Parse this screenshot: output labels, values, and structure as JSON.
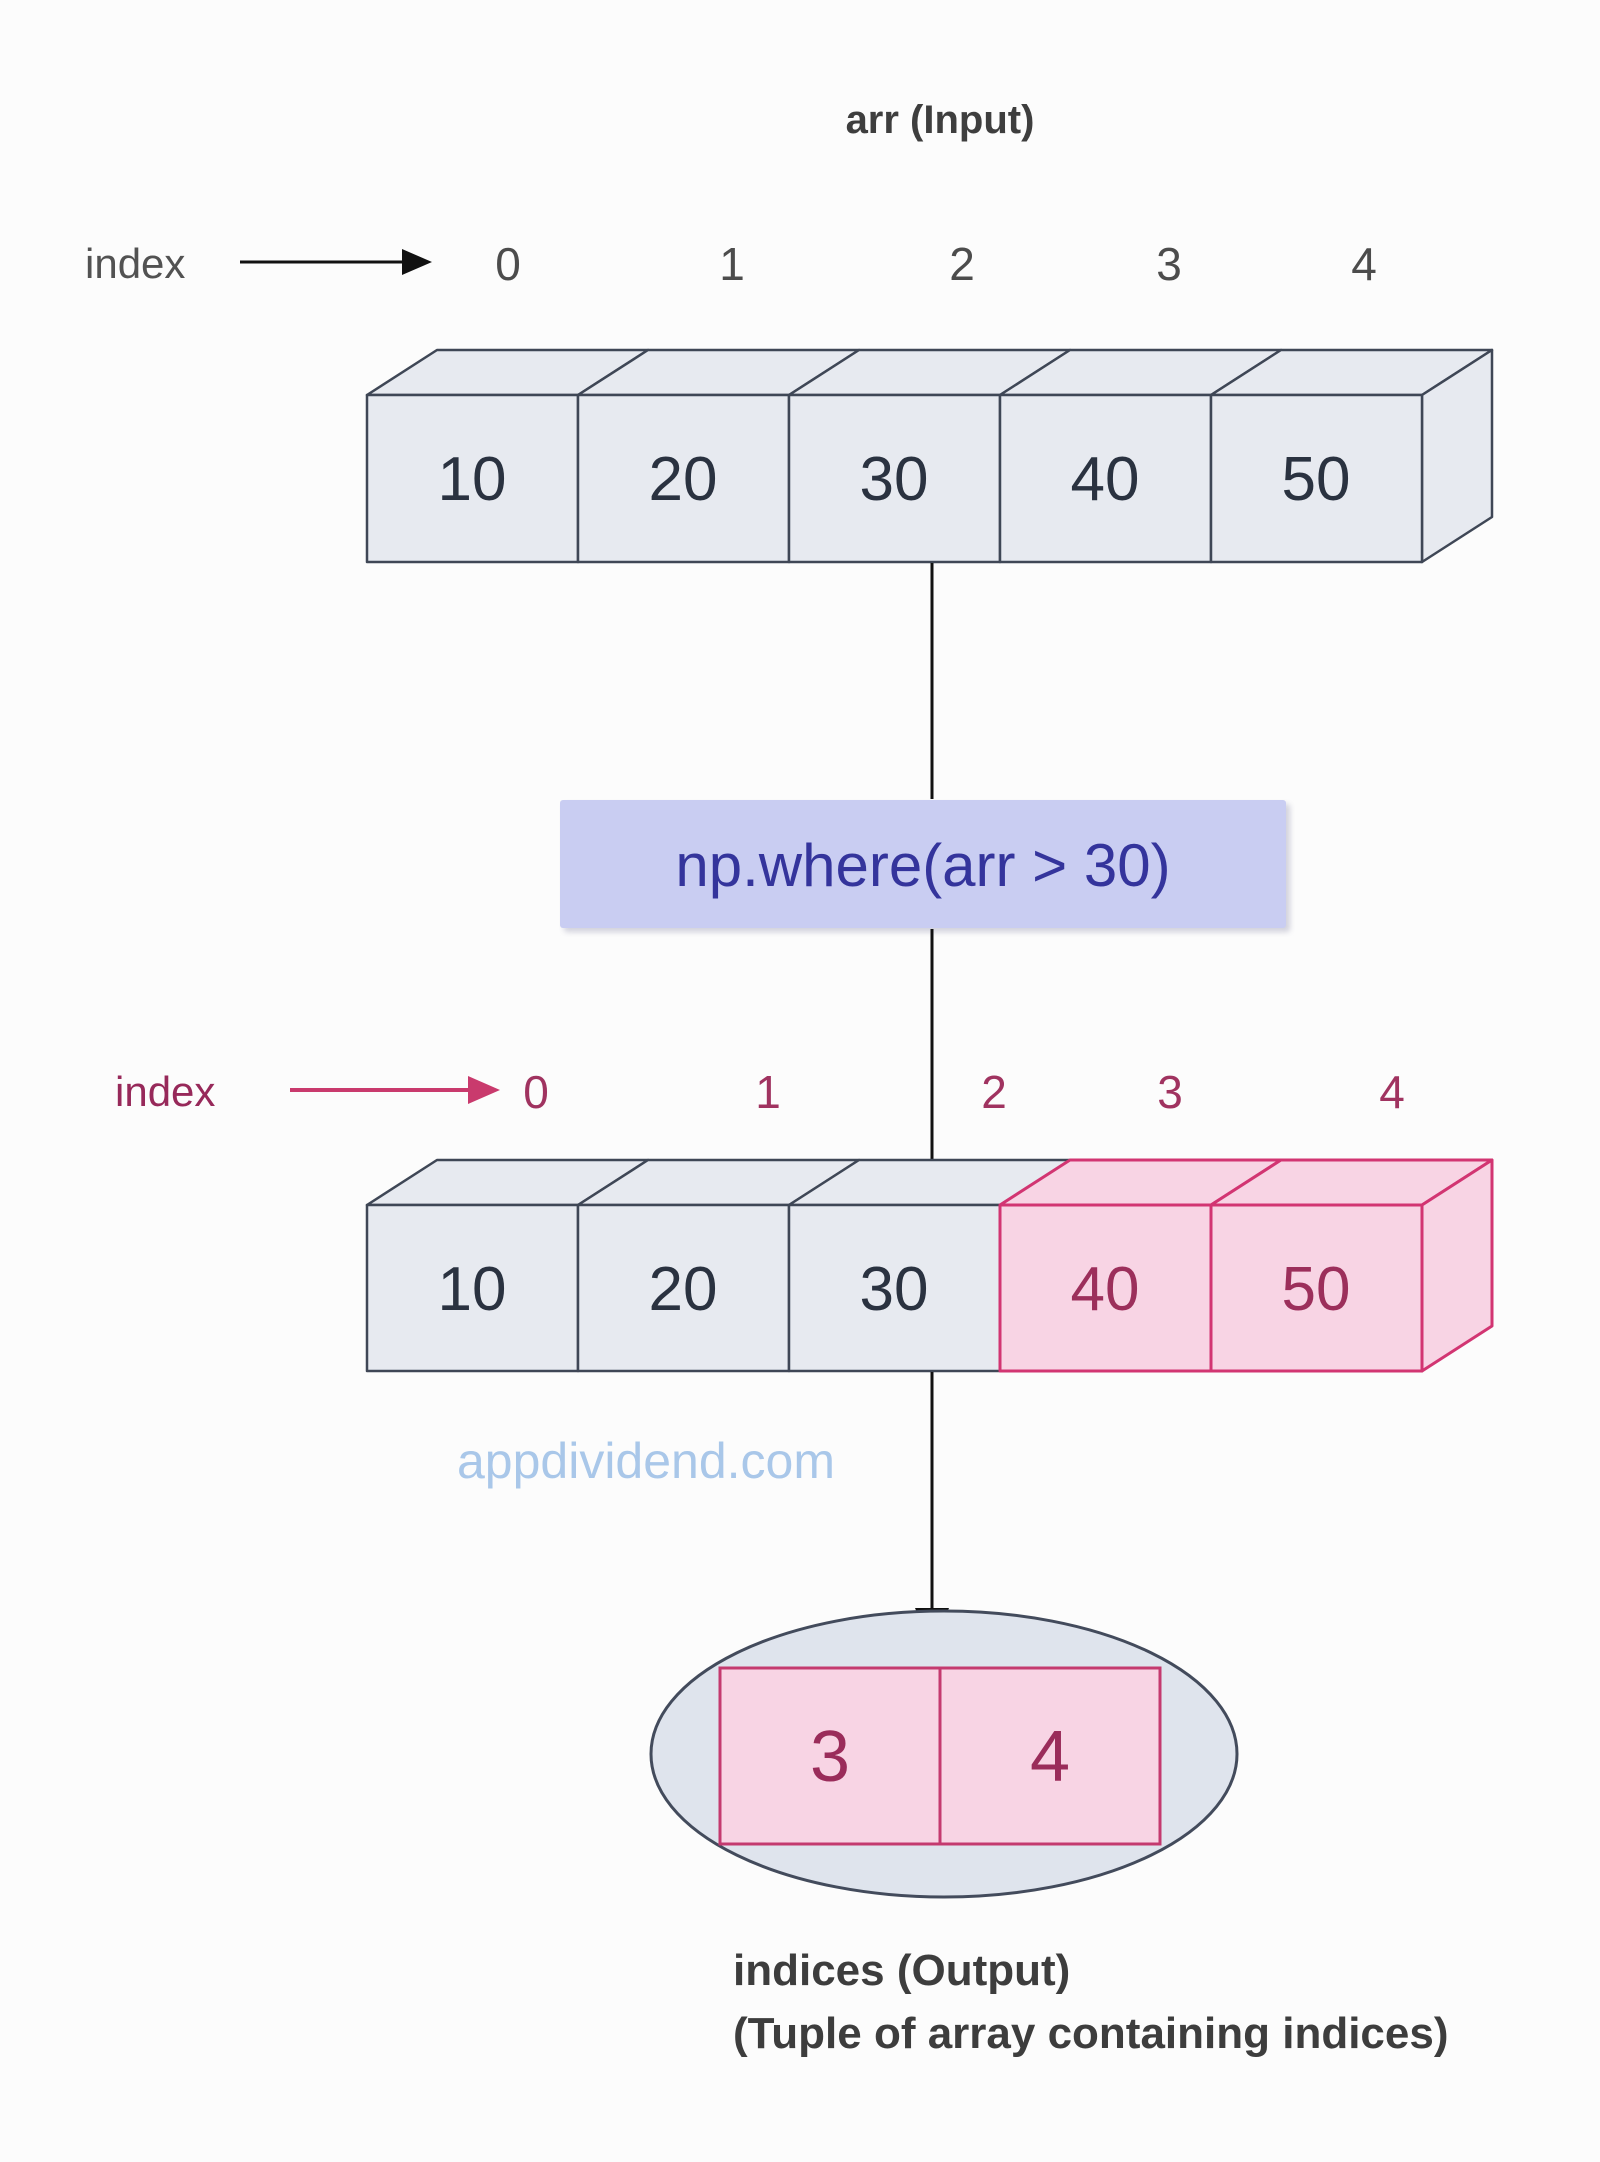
{
  "title": "arr (Input)",
  "index_row_top": {
    "label": "index",
    "indices": [
      "0",
      "1",
      "2",
      "3",
      "4"
    ]
  },
  "input_array": {
    "values": [
      "10",
      "20",
      "30",
      "40",
      "50"
    ]
  },
  "operation": {
    "label": "np.where(arr > 30)"
  },
  "index_row_bottom": {
    "label": "index",
    "indices": [
      "0",
      "1",
      "2",
      "3",
      "4"
    ]
  },
  "result_array": {
    "values": [
      "10",
      "20",
      "30",
      "40",
      "50"
    ],
    "highlighted_indices": [
      3,
      4
    ],
    "condition": "arr > 30"
  },
  "watermark": "appdividend.com",
  "output": {
    "values": [
      "3",
      "4"
    ],
    "caption_line1": "indices (Output)",
    "caption_line2": "(Tuple of array containing indices)"
  },
  "colors": {
    "cell_fill": "#e7eaf0",
    "cell_border": "#3f4756",
    "cell_text": "#2a3240",
    "highlight_fill": "#f8d4e4",
    "highlight_border": "#d23572",
    "highlight_text": "#9c2f5b",
    "index_top_text": "#4c4c4c",
    "index_bottom_text": "#a03360",
    "pink_arrow": "#c93a6d",
    "black_arrow": "#111111",
    "operation_bg": "#c9cdf2",
    "operation_text": "#34349c",
    "watermark_text": "#a9c7e9",
    "ellipse_fill": "#dfe4ed",
    "ellipse_border": "#434b5c",
    "caption_text": "#3d3d3d"
  }
}
